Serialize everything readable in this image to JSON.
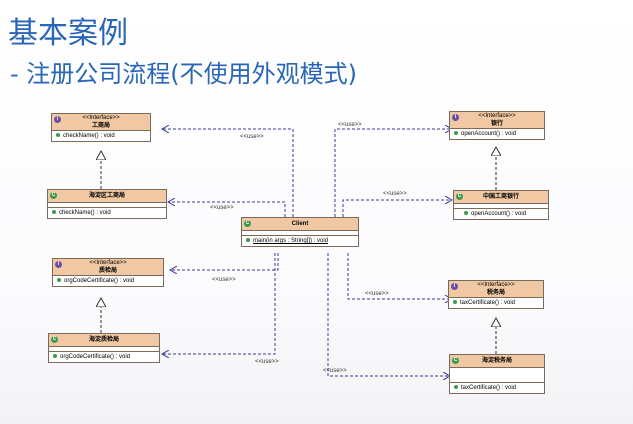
{
  "slide": {
    "title": "基本案例",
    "subtitle": "- 注册公司流程(不使用外观模式)"
  },
  "stereotype_interface": "<<Interface>>",
  "use_label": "<<use>>",
  "classes": {
    "gongshang_if": {
      "name": "工商局",
      "op": "checkName() : void"
    },
    "gongshang_impl": {
      "name": "海淀区工商局",
      "op": "checkName() : void"
    },
    "zhijian_if": {
      "name": "质检局",
      "op": "orgCodeCertificate() : void"
    },
    "zhijian_impl": {
      "name": "海淀质检局",
      "op": "orgCodeCertificate() : void"
    },
    "client": {
      "name": "Client",
      "op": "main(in args : String[]) : void"
    },
    "bank_if": {
      "name": "银行",
      "op": "openAccount() : void"
    },
    "bank_impl": {
      "name": "中国工商银行",
      "op": "openAccount() : void"
    },
    "tax_if": {
      "name": "税务局",
      "op": "taxCertificate() : void"
    },
    "tax_impl": {
      "name": "海淀税务局",
      "op": "taxCertificate() : void"
    }
  }
}
